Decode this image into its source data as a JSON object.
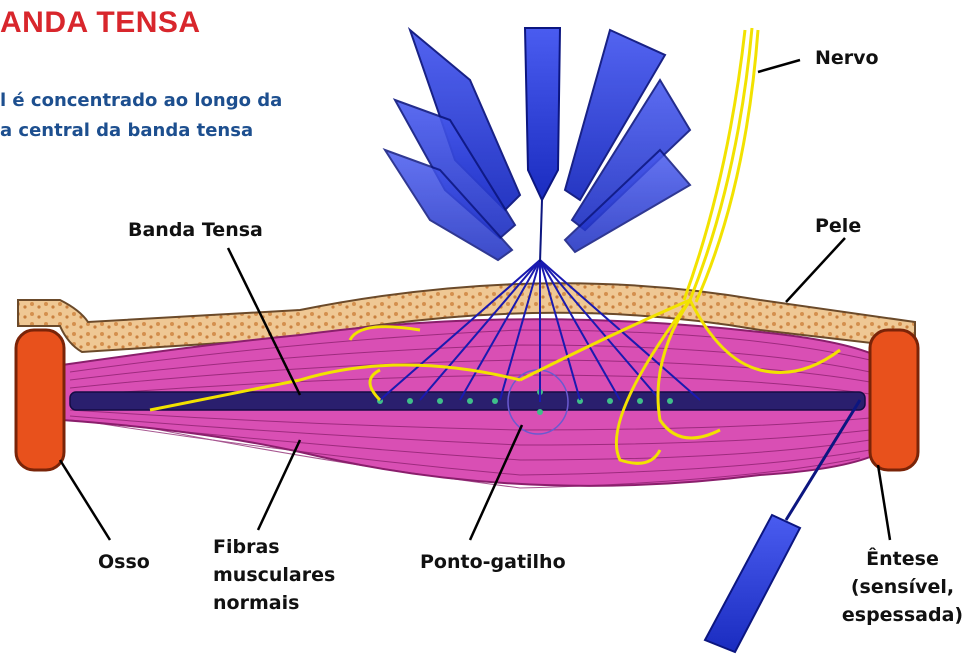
{
  "header": {
    "title": "ANDA TENSA",
    "subtitle_line1": "l é concentrado ao longo da",
    "subtitle_line2": "a central da banda tensa"
  },
  "labels": {
    "nervo": "Nervo",
    "pele": "Pele",
    "banda_tensa": "Banda Tensa",
    "osso": "Osso",
    "fibras_line1": "Fibras",
    "fibras_line2": "musculares",
    "fibras_line3": "normais",
    "ponto_gatilho": "Ponto-gatilho",
    "entese_line1": "Êntese",
    "entese_line2": "(sensível,",
    "entese_line3": "espessada)"
  },
  "colors": {
    "title_red": "#d8262c",
    "subtitle_blue": "#1d4f8f",
    "muscle_pink": "#d94fb4",
    "bone_orange": "#e8511c",
    "needle_blue": "#2a3fd6",
    "nerve_yellow": "#f2e200",
    "skin_tan": "#e9b980"
  }
}
